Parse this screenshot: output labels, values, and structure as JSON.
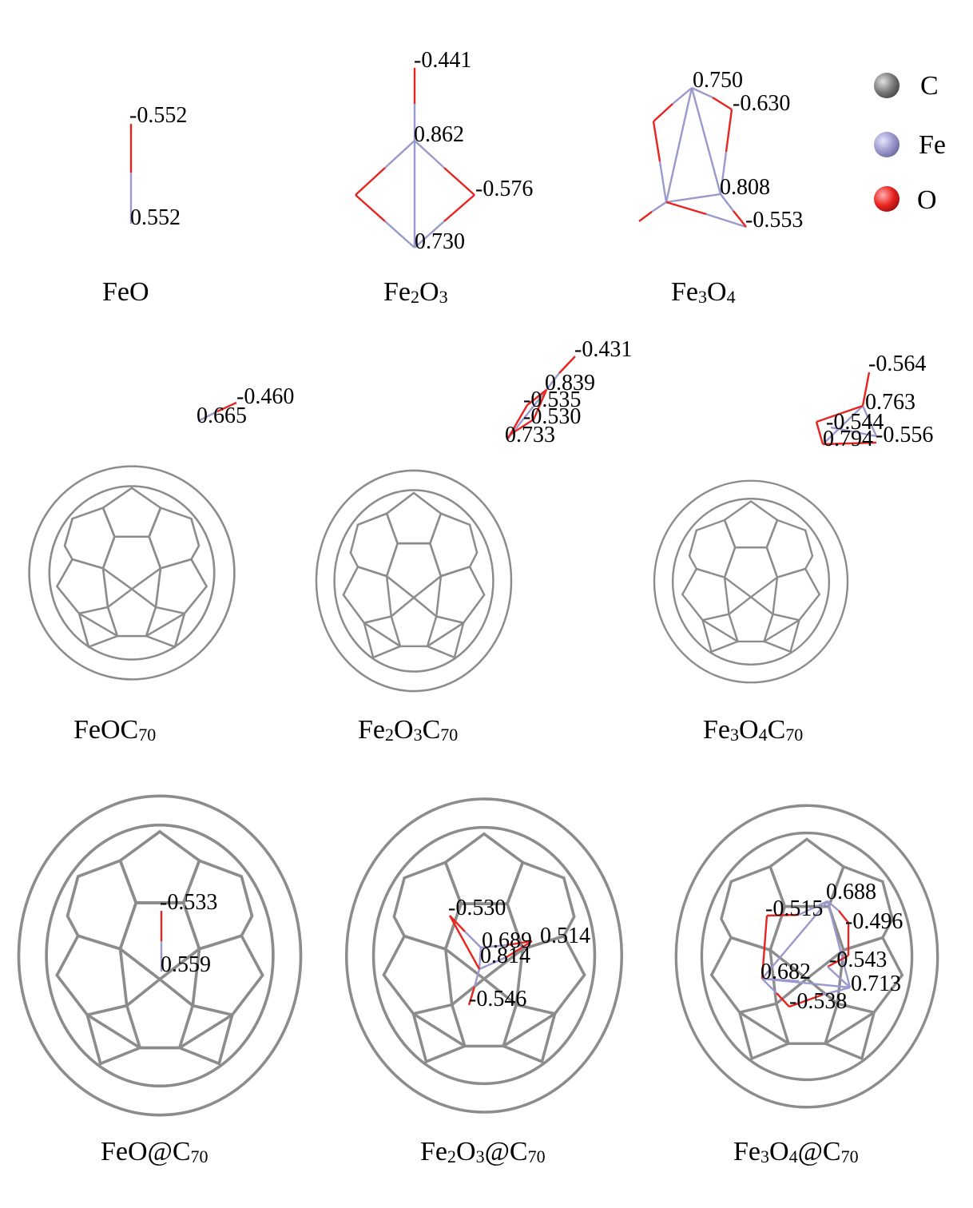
{
  "legend": [
    {
      "label": "C",
      "color": "#808080"
    },
    {
      "label": "Fe",
      "color": "#9a98cc"
    },
    {
      "label": "O",
      "color": "#e8241f"
    }
  ],
  "captions": {
    "feo": "FeO",
    "fe2o3": [
      "Fe",
      "2",
      "O",
      "3"
    ],
    "fe3o4": [
      "Fe",
      "3",
      "O",
      "4"
    ],
    "feoc70": [
      "FeOC",
      "70"
    ],
    "fe2o3c70": [
      "Fe",
      "2",
      "O",
      "3",
      "C",
      "70"
    ],
    "fe3o4c70": [
      "Fe",
      "3",
      "O",
      "4",
      "C",
      "70"
    ],
    "feo_at_c70": [
      "FeO@C",
      "70"
    ],
    "fe2o3_at_c70": [
      "Fe",
      "2",
      "O",
      "3",
      "@C",
      "70"
    ],
    "fe3o4_at_c70": [
      "Fe",
      "3",
      "O",
      "4",
      "@C",
      "70"
    ]
  },
  "charges": {
    "feo": [
      "-0.552",
      "0.552"
    ],
    "fe2o3": [
      "-0.441",
      "0.862",
      "-0.576",
      "0.730"
    ],
    "fe3o4": [
      "0.750",
      "-0.630",
      "0.808",
      "-0.553"
    ],
    "feoc70": [
      "-0.460",
      "0.665"
    ],
    "fe2o3c70": [
      "-0.431",
      "0.839",
      "-0.535",
      "-0.530",
      "0.733"
    ],
    "fe3o4c70": [
      "-0.564",
      "0.763",
      "-0.544",
      "0.794",
      "-0.556"
    ],
    "feo_at_c70": [
      "-0.533",
      "0.559"
    ],
    "fe2o3_at_c70": [
      "-0.530",
      "0.689",
      "0.514",
      "0.814",
      "-0.546"
    ],
    "fe3o4_at_c70": [
      "0.688",
      "-0.515",
      "-0.496",
      "-0.543",
      "0.682",
      "0.713",
      "-0.538"
    ]
  }
}
